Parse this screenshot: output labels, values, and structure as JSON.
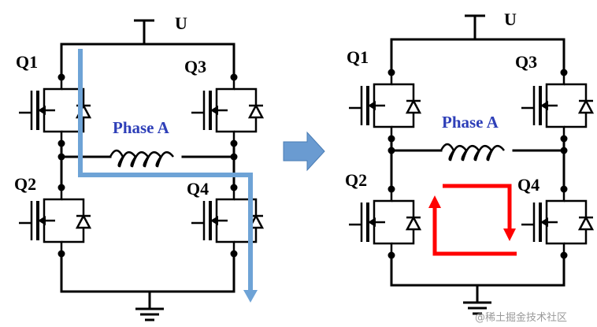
{
  "supply_label": "U",
  "phase_label": "Phase A",
  "transistors": [
    "Q1",
    "Q2",
    "Q3",
    "Q4"
  ],
  "watermark": "@稀土掘金技术社区",
  "colors": {
    "phase_text": "#2e3fb8",
    "current_path_left": "#6ea3d6",
    "current_path_right": "#ff0000",
    "transition_arrow": "#6a9bd1",
    "wire": "#000000"
  }
}
